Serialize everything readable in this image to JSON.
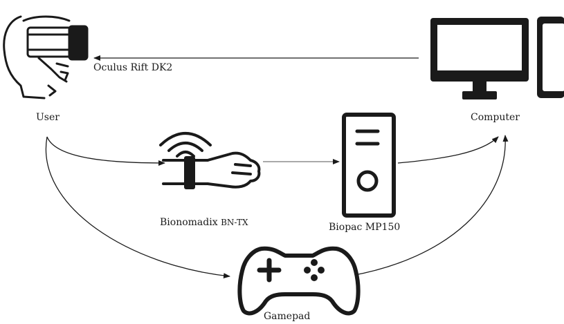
{
  "nodes": {
    "user": {
      "label": "User"
    },
    "computer": {
      "label": "Computer"
    },
    "oculus": {
      "label": "Oculus Rift DK2"
    },
    "bionomadix": {
      "label": "Bionomadix",
      "model": "BN-TX"
    },
    "biopac": {
      "label": "Biopac MP150"
    },
    "gamepad": {
      "label": "Gamepad"
    }
  },
  "edges": [
    {
      "from": "computer",
      "to": "user",
      "via": "oculus"
    },
    {
      "from": "user",
      "to": "bionomadix"
    },
    {
      "from": "bionomadix",
      "to": "biopac"
    },
    {
      "from": "biopac",
      "to": "computer"
    },
    {
      "from": "user",
      "to": "gamepad"
    },
    {
      "from": "gamepad",
      "to": "computer"
    }
  ],
  "icons": {
    "user": "vr-headset-user-icon",
    "computer": "computer-monitor-icon",
    "tower": "computer-tower-icon",
    "bionomadix": "wireless-wrist-sensor-icon",
    "biopac": "biopac-unit-icon",
    "gamepad": "gamepad-icon"
  },
  "colors": {
    "stroke": "#1a1a1a",
    "background": "#ffffff"
  }
}
